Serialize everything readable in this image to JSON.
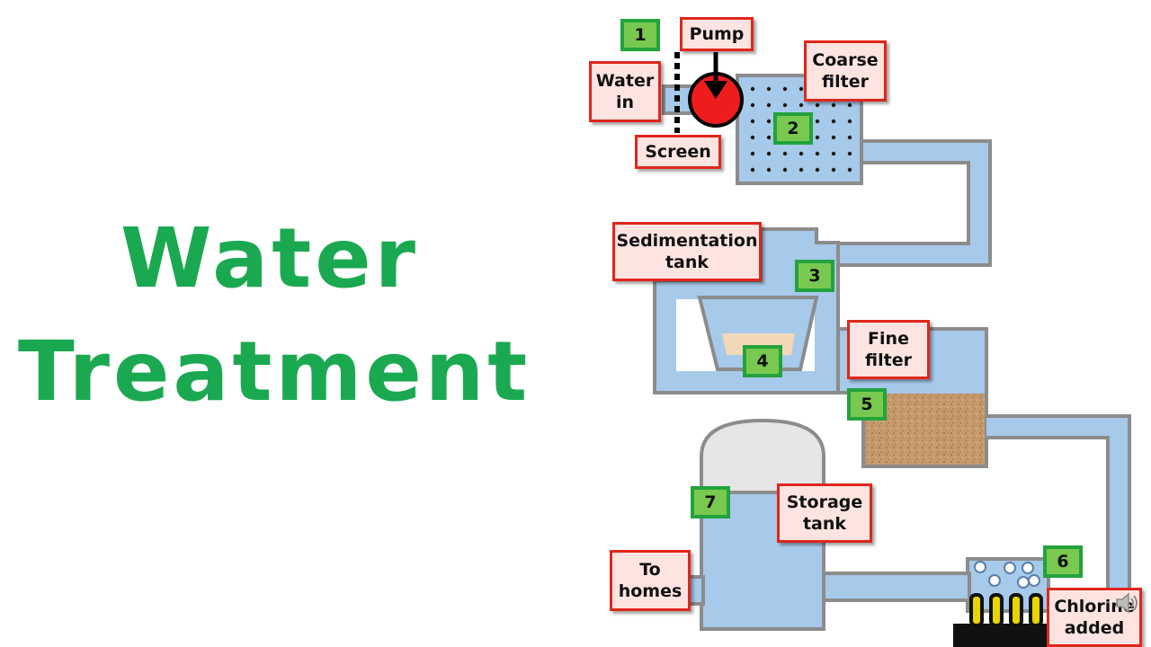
{
  "title": {
    "line1": "Water",
    "line2": "Treatment"
  },
  "colors": {
    "title": "#1aa950",
    "water": "#a7c9ea",
    "pipe_wall": "#8c8c8c",
    "label_border": "#e0261c",
    "label_fill": "#fde4e0",
    "step_fill": "#79c951",
    "step_border": "#22a33c",
    "pump": "#ee1c1c",
    "sand": "#c49a6c",
    "sludge": "#f3d8b8",
    "dome": "#e6e6e6"
  },
  "labels": {
    "pump": "Pump",
    "coarse_filter": "Coarse\nfilter",
    "water_in": "Water\nin",
    "screen": "Screen",
    "sedimentation_tank": "Sedimentation\ntank",
    "fine_filter": "Fine\nfilter",
    "storage_tank": "Storage\ntank",
    "to_homes": "To\nhomes",
    "chlorine_added": "Chlorine\nadded"
  },
  "steps": [
    "1",
    "2",
    "3",
    "4",
    "5",
    "6",
    "7"
  ],
  "icons": {
    "speaker": "speaker-icon",
    "pump_arrow": "arrow-down-icon"
  }
}
